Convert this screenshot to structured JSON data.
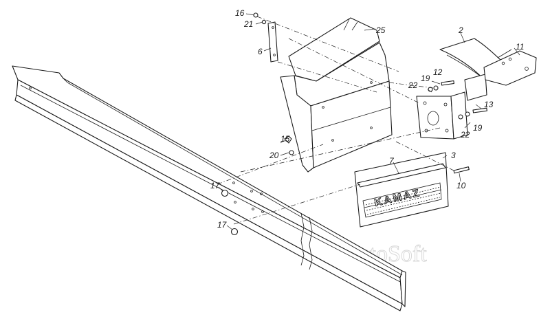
{
  "watermark": "AutoSoft",
  "brand_on_mudflap": "KAMAZ",
  "callouts": [
    "16",
    "21",
    "6",
    "25",
    "2",
    "11",
    "12",
    "19",
    "22",
    "13",
    "19",
    "22",
    "15",
    "20",
    "7",
    "3",
    "10",
    "17",
    "17"
  ]
}
